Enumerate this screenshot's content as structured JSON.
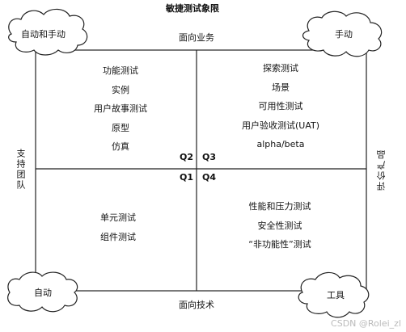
{
  "title": "敏捷测试象限",
  "axes": {
    "top": "面向业务",
    "bottom": "面向技术",
    "left": "支持团队",
    "right": "评价产品"
  },
  "clouds": {
    "top_left": "自动和手动",
    "top_right": "手动",
    "bottom_left": "自动",
    "bottom_right": "工具"
  },
  "quadrants": {
    "q1": {
      "label": "Q1",
      "items": [
        "单元测试",
        "组件测试"
      ]
    },
    "q2": {
      "label": "Q2",
      "items": [
        "功能测试",
        "实例",
        "用户故事测试",
        "原型",
        "仿真"
      ]
    },
    "q3": {
      "label": "Q3",
      "items": [
        "探索测试",
        "场景",
        "可用性测试",
        "用户验收测试(UAT)",
        "alpha/beta"
      ]
    },
    "q4": {
      "label": "Q4",
      "items": [
        "性能和压力测试",
        "安全性测试",
        "“非功能性”测试"
      ]
    }
  },
  "watermark": "CSDN @Rolei_zl"
}
